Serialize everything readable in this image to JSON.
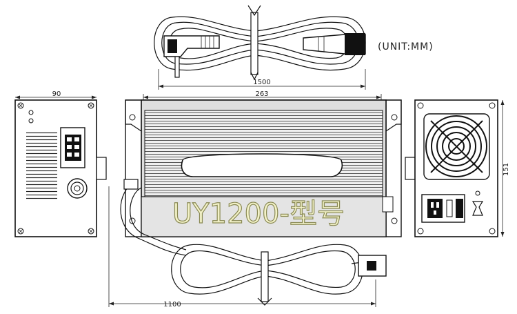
{
  "unit_label": "(UNIT:MM)",
  "dimensions": {
    "cable_length_top": "1500",
    "body_length": "263",
    "side_width": "90",
    "height": "151",
    "cable_length_bottom": "1100"
  },
  "model_label": "UY1200-型号",
  "colors": {
    "line": "#111111",
    "body_fill": "#e6e6e6",
    "fin_dark": "#555555",
    "model_text": "#f3f2c8"
  }
}
